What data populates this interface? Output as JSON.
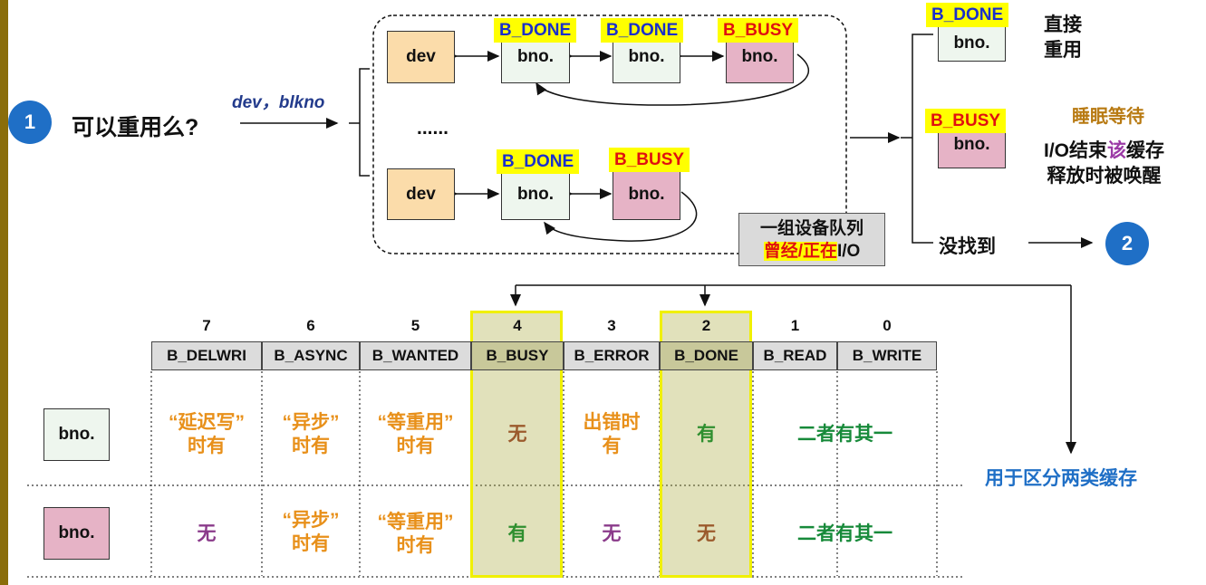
{
  "step1": "1",
  "step2": "2",
  "question": "可以重用么?",
  "input_label": "dev，blkno",
  "dev": "dev",
  "bno": "bno.",
  "ellipsis": "......",
  "tags": {
    "done": "B_DONE",
    "busy": "B_BUSY"
  },
  "queue_note": {
    "line1": "一组设备队列",
    "line2_red": "曾经/正在",
    "line2_rest": "I/O"
  },
  "outcomes": {
    "reuse_1": "直接",
    "reuse_2": "重用",
    "sleep": "睡眠等待",
    "wake_1_a": "I/O结束",
    "wake_1_b": "该",
    "wake_1_c": "缓存",
    "wake_2": "释放时被唤醒",
    "not_found": "没找到"
  },
  "distinguish_label": "用于区分两类缓存",
  "table": {
    "bit_numbers": [
      "7",
      "6",
      "5",
      "4",
      "3",
      "2",
      "1",
      "0"
    ],
    "headers": [
      "B_DELWRI",
      "B_ASYNC",
      "B_WANTED",
      "B_BUSY",
      "B_ERROR",
      "B_DONE",
      "B_READ",
      "B_WRITE"
    ],
    "row1": {
      "c7a": "“延迟写”",
      "c7b": "时有",
      "c6a": "“异步”",
      "c6b": "时有",
      "c5a": "“等重用”",
      "c5b": "时有",
      "c4": "无",
      "c3a": "出错时",
      "c3b": "有",
      "c2": "有",
      "c10": "二者有其一"
    },
    "row2": {
      "c7": "无",
      "c6a": "“异步”",
      "c6b": "时有",
      "c5a": "“等重用”",
      "c5b": "时有",
      "c4": "有",
      "c3": "无",
      "c2": "无",
      "c10": "二者有其一"
    }
  }
}
